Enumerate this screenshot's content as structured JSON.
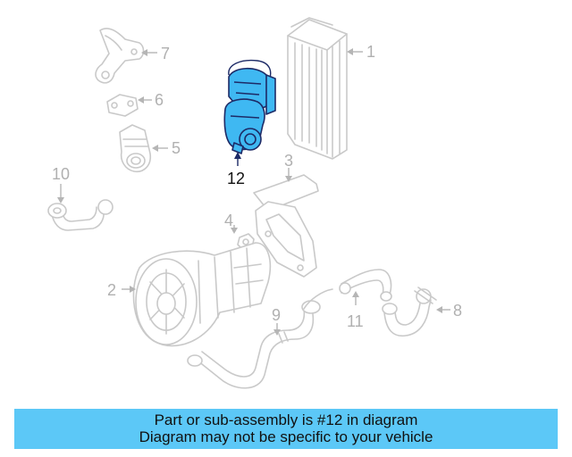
{
  "callouts": {
    "c1": "1",
    "c2": "2",
    "c3": "3",
    "c4": "4",
    "c5": "5",
    "c6": "6",
    "c7": "7",
    "c8": "8",
    "c9": "9",
    "c10": "10",
    "c11": "11",
    "c12": "12"
  },
  "banner": {
    "line1": "Part or sub-assembly is #12 in diagram",
    "line2": "Diagram may not be specific to your vehicle"
  },
  "colors": {
    "highlight_part": "#3fb8f2",
    "banner_background": "#5cc8f7",
    "other_parts": "#c9c9c9"
  }
}
